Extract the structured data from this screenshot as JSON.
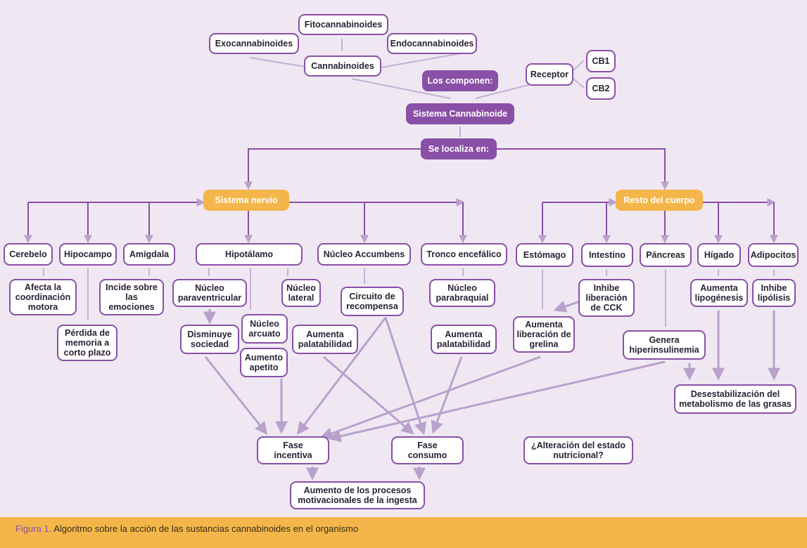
{
  "figure_label": "Figura 1.",
  "caption": "Algoritmo sobre la acción de las sustancias cannabinoides en el organismo",
  "colors": {
    "background": "#efe8f3",
    "purple": "#8a4fa6",
    "orange": "#f4b64a",
    "line": "#b9a1cc"
  },
  "nodes": {
    "fitocannabinoides": "Fitocannabinoides",
    "exocannabinoides": "Exocannabinoides",
    "endocannabinoides": "Endocannabinoides",
    "cannabinoides": "Cannabinoides",
    "los_componen": "Los componen:",
    "receptor": "Receptor",
    "cb1": "CB1",
    "cb2": "CB2",
    "sistema_cannabinoide": "Sistema Cannabinoide",
    "se_localiza": "Se localiza en:",
    "sistema_nervio": "Sistema nervio",
    "resto_cuerpo": "Resto del cuerpo",
    "cerebelo": "Cerebelo",
    "hipocampo": "Hipocampo",
    "amigdala": "Amígdala",
    "hipotalamo": "Hipotálamo",
    "nucleo_accumbens": "Núcleo Accumbens",
    "tronco": "Tronco encefálico",
    "estomago": "Estómago",
    "intestino": "Intestino",
    "pancreas": "Páncreas",
    "higado": "Hígado",
    "adipocitos": "Adipocitos",
    "coordinacion": "Afecta la\ncoordinación\nmotora",
    "perdida_memoria": "Pérdida de\nmemoria a\ncorto plazo",
    "incide_emociones": "Incide sobre\nlas\nemociones",
    "paraventricular": "Núcleo\nparaventricular",
    "arcuato": "Núcleo\narcuato",
    "lateral": "Núcleo\nlateral",
    "disminuye": "Disminuye\nsociedad",
    "apetito": "Aumento\napetito",
    "palat_lateral": "Aumenta\npalatabilidad",
    "circuito": "Circuito de\nrecompensa",
    "parabraquial": "Núcleo\nparabraquial",
    "palat_tronco": "Aumenta\npalatabilidad",
    "grelina": "Aumenta\nliberación de\ngrelina",
    "cck": "Inhibe\nliberación\nde CCK",
    "hiperinsulinemia": "Genera\nhiperinsulinemia",
    "lipogenesis": "Aumenta\nlipogénesis",
    "lipolisis": "Inhibe\nlipólisis",
    "desestabilizacion": "Desestabilización del\nmetabolismo de las grasas",
    "fase_incentiva": "Fase\nincentiva",
    "fase_consumo": "Fase\nconsumo",
    "alteracion": "¿Alteración del estado\nnutricional?",
    "aumento_procesos": "Aumento de los procesos\nmotivacionales de la ingesta"
  }
}
